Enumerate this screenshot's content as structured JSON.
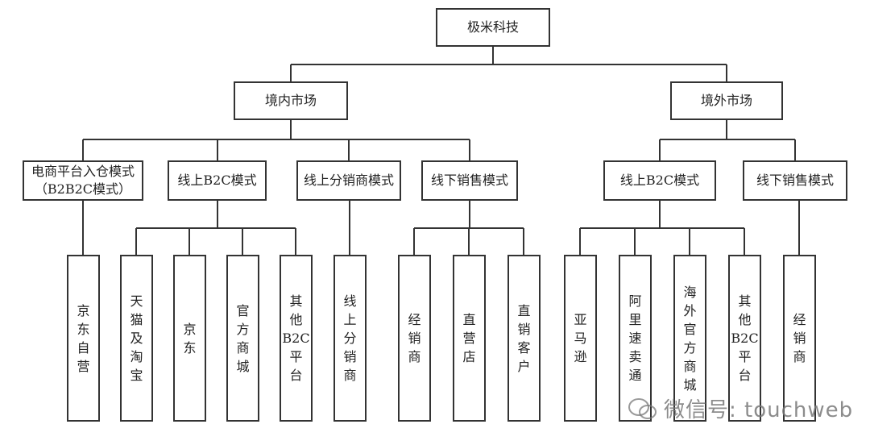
{
  "root": {
    "label": "极米科技"
  },
  "markets": [
    {
      "label": "境内市场"
    },
    {
      "label": "境外市场"
    }
  ],
  "modes": [
    {
      "lines": [
        "电商平台入仓模式",
        "（B2B2C模式）"
      ]
    },
    {
      "lines": [
        "线上B2C模式"
      ]
    },
    {
      "lines": [
        "线上分销商模式"
      ]
    },
    {
      "lines": [
        "线下销售模式"
      ]
    },
    {
      "lines": [
        "线上B2C模式"
      ]
    },
    {
      "lines": [
        "线下销售模式"
      ]
    }
  ],
  "leaves": [
    {
      "lines": [
        "京",
        "东",
        "自",
        "营"
      ]
    },
    {
      "lines": [
        "天",
        "猫",
        "及",
        "淘",
        "宝"
      ]
    },
    {
      "lines": [
        "京",
        "东"
      ]
    },
    {
      "lines": [
        "官",
        "方",
        "商",
        "城"
      ]
    },
    {
      "lines": [
        "其",
        "他",
        "B2C",
        "平",
        "台"
      ]
    },
    {
      "lines": [
        "线",
        "上",
        "分",
        "销",
        "商"
      ]
    },
    {
      "lines": [
        "经",
        "销",
        "商"
      ]
    },
    {
      "lines": [
        "直",
        "营",
        "店"
      ]
    },
    {
      "lines": [
        "直",
        "销",
        "客",
        "户"
      ]
    },
    {
      "lines": [
        "亚",
        "马",
        "逊"
      ]
    },
    {
      "lines": [
        "阿",
        "里",
        "速",
        "卖",
        "通"
      ]
    },
    {
      "lines": [
        "海",
        "外",
        "官",
        "方",
        "商",
        "城"
      ]
    },
    {
      "lines": [
        "其",
        "他",
        "B2C",
        "平",
        "台"
      ]
    },
    {
      "lines": [
        "经",
        "销",
        "商"
      ]
    }
  ],
  "watermark": {
    "text": "微信号: touchweb",
    "icon": "wechat-icon"
  }
}
